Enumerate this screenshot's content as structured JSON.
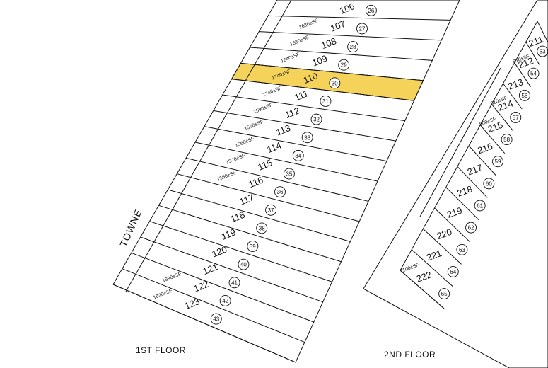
{
  "street": "TOWNE",
  "floors": {
    "first": "1ST FLOOR",
    "second": "2ND FLOOR"
  },
  "highlight_color": "#F5D35A",
  "first_floor_units": [
    {
      "unit": "106",
      "parcel": "26",
      "sf": ""
    },
    {
      "unit": "107",
      "parcel": "27",
      "sf": "1630±SF"
    },
    {
      "unit": "108",
      "parcel": "28",
      "sf": "1630±SF"
    },
    {
      "unit": "109",
      "parcel": "29",
      "sf": "1640±SF"
    },
    {
      "unit": "110",
      "parcel": "30",
      "sf": "1740±SF",
      "highlighted": true
    },
    {
      "unit": "111",
      "parcel": "31",
      "sf": "1740±SF"
    },
    {
      "unit": "112",
      "parcel": "32",
      "sf": "1590±SF"
    },
    {
      "unit": "113",
      "parcel": "33",
      "sf": "1570±SF"
    },
    {
      "unit": "114",
      "parcel": "34",
      "sf": "1560±SF"
    },
    {
      "unit": "115",
      "parcel": "35",
      "sf": "1570±SF"
    },
    {
      "unit": "116",
      "parcel": "36",
      "sf": "1560±SF"
    },
    {
      "unit": "117",
      "parcel": "37",
      "sf": ""
    },
    {
      "unit": "118",
      "parcel": "38",
      "sf": ""
    },
    {
      "unit": "119",
      "parcel": "39",
      "sf": ""
    },
    {
      "unit": "120",
      "parcel": "40",
      "sf": ""
    },
    {
      "unit": "121",
      "parcel": "41",
      "sf": ""
    },
    {
      "unit": "122",
      "parcel": "42",
      "sf": "1690±SF"
    },
    {
      "unit": "123",
      "parcel": "43",
      "sf": "1620±SF"
    }
  ],
  "second_floor_units": [
    {
      "unit": "211",
      "parcel": "53",
      "sf": ""
    },
    {
      "unit": "212",
      "parcel": "54",
      "sf": "810±SF"
    },
    {
      "unit": "213",
      "parcel": "56",
      "sf": ""
    },
    {
      "unit": "214",
      "parcel": "57",
      "sf": "810±SF"
    },
    {
      "unit": "215",
      "parcel": "58",
      "sf": "800±SF"
    },
    {
      "unit": "216",
      "parcel": "59",
      "sf": ""
    },
    {
      "unit": "217",
      "parcel": "60",
      "sf": ""
    },
    {
      "unit": "218",
      "parcel": "61",
      "sf": ""
    },
    {
      "unit": "219",
      "parcel": "62",
      "sf": ""
    },
    {
      "unit": "220",
      "parcel": "63",
      "sf": ""
    },
    {
      "unit": "221",
      "parcel": "64",
      "sf": ""
    },
    {
      "unit": "222",
      "parcel": "65",
      "sf": "1100±SF"
    }
  ]
}
